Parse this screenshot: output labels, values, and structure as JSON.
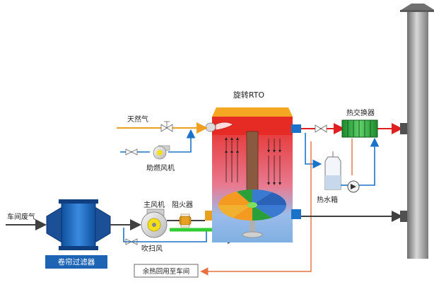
{
  "labels": {
    "rto": "旋转RTO",
    "natural_gas": "天然气",
    "combustion_fan": "助燃风机",
    "workshop_exhaust": "车间废气",
    "main_fan": "主风机",
    "flame_arrester": "阻火器",
    "purge_air": "吹扫风",
    "curtain_filter": "卷帘过滤器",
    "heat_exchanger": "热交换器",
    "hot_water_tank": "热水箱",
    "waste_heat": "余热回用至车间"
  },
  "colors": {
    "gas_line": "#f0a020",
    "exhaust_line": "#404040",
    "blue_line": "#1a73c9",
    "red_line": "#e02020",
    "waste_heat_line": "#e87040",
    "green_line": "#33cc33",
    "rto_top": "#f5a623",
    "rto_hot": "#e8322a",
    "rto_cool": "#7fb6e6",
    "filter_blue": "#1e64b4",
    "stack_gray": "#8a8a8a"
  }
}
